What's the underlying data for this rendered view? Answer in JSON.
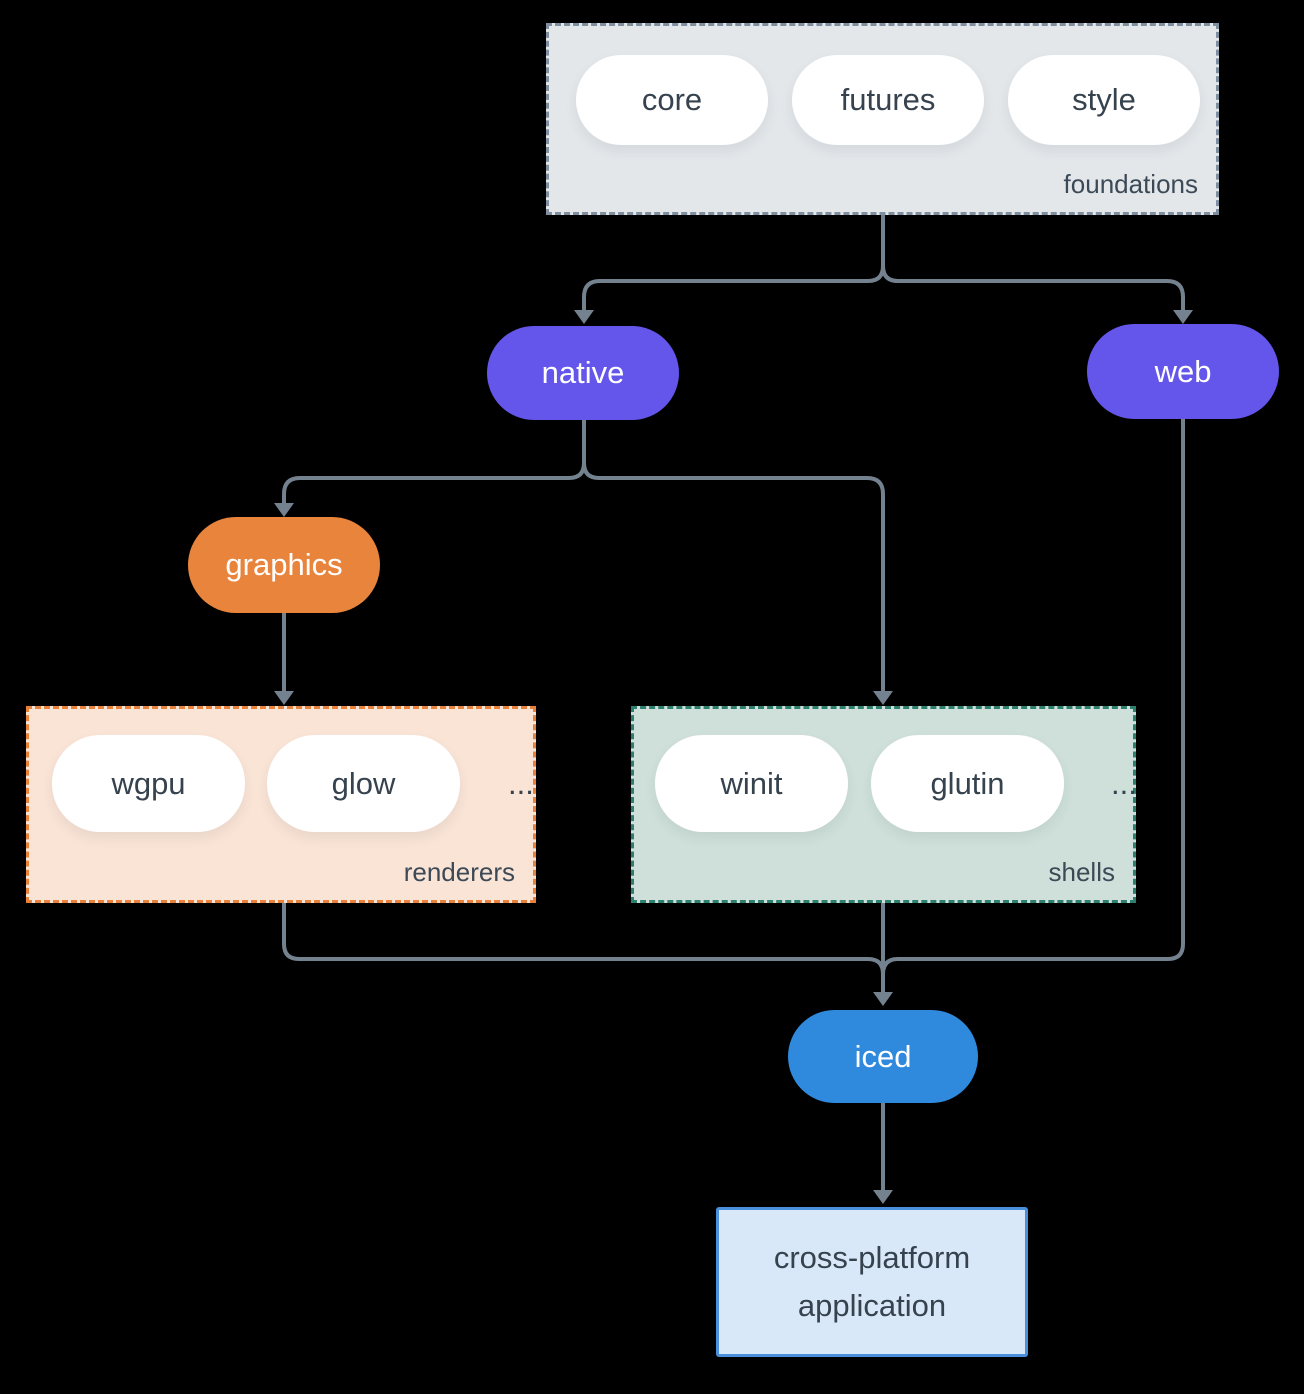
{
  "diagram": {
    "foundations": {
      "label": "foundations",
      "pills": [
        "core",
        "futures",
        "style"
      ]
    },
    "native": {
      "label": "native"
    },
    "web": {
      "label": "web"
    },
    "graphics": {
      "label": "graphics"
    },
    "renderers": {
      "label": "renderers",
      "pills": [
        "wgpu",
        "glow"
      ],
      "ellipsis": "..."
    },
    "shells": {
      "label": "shells",
      "pills": [
        "winit",
        "glutin"
      ],
      "ellipsis": "..."
    },
    "iced": {
      "label": "iced"
    },
    "application": {
      "label_line1": "cross-platform",
      "label_line2": "application"
    }
  },
  "colors": {
    "background": "#000000",
    "connector": "#74828f",
    "text_dark": "#36424e",
    "group_label_text": "#3c4956",
    "foundations_bg": "#e3e7ea",
    "foundations_border": "#7f8f9f",
    "native_web_bg": "#6456eb",
    "graphics_bg": "#e8843c",
    "renderers_bg": "#fae4d6",
    "renderers_border": "#e8823a",
    "shells_bg": "#cfe0da",
    "shells_border": "#2d7f6e",
    "iced_bg": "#2f89dc",
    "application_bg": "#d9e8f8",
    "application_border": "#4a90dc",
    "pill_bg": "#ffffff"
  }
}
